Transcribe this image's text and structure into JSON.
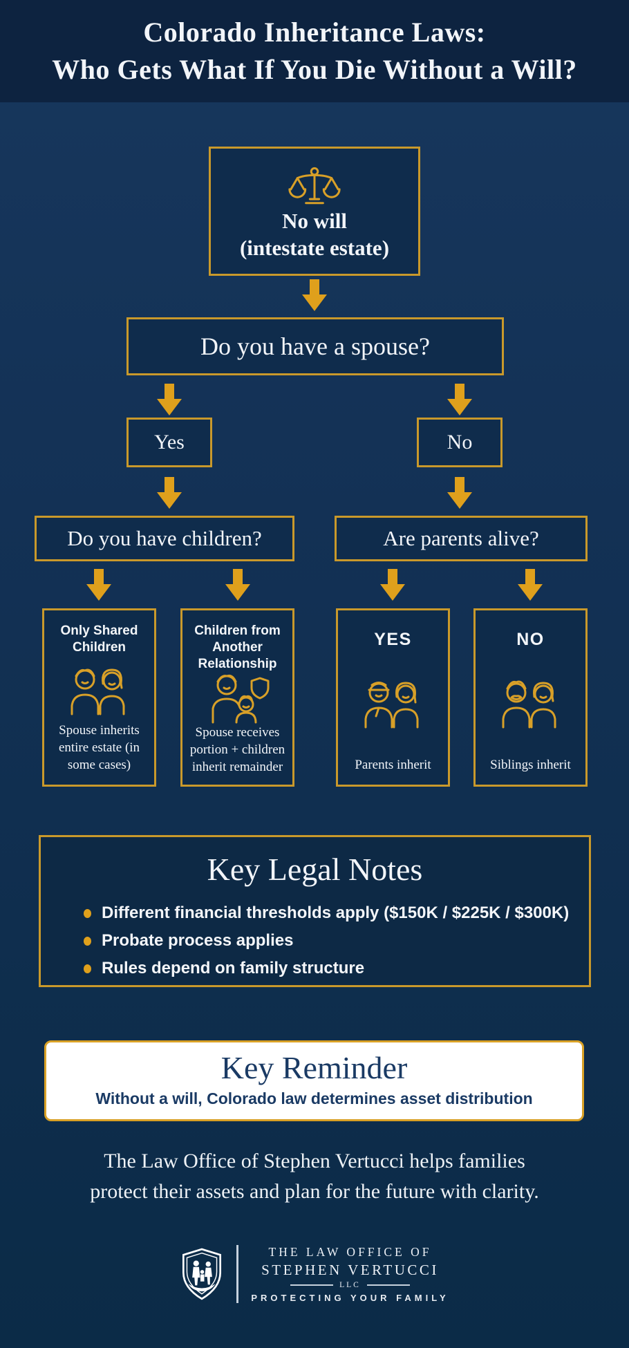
{
  "colors": {
    "header_background": "#0d2340",
    "body_background_top": "#17375d",
    "body_background_bottom": "#0b2b47",
    "box_fill": "#0f2c4c",
    "gold_border": "#c9992b",
    "gold_arrow": "#dfa01c",
    "gold_icon": "#d8a028",
    "text_white": "#f2f5f9",
    "reminder_background": "#ffffff",
    "reminder_text": "#1a3a64"
  },
  "icons": {
    "root": "scales-of-justice-icon",
    "arrow": "down-arrow-icon",
    "card1": "shared-children-couple-icon",
    "card2": "parent-child-shield-icon",
    "card3": "parents-couple-icon",
    "card4": "siblings-couple-icon",
    "logo": "family-shield-icon"
  },
  "header": {
    "title_line1": "Colorado Inheritance Laws:",
    "title_line2": "Who Gets What If You Die Without a Will?"
  },
  "flowchart": {
    "root": {
      "line1": "No will",
      "line2": "(intestate estate)"
    },
    "question_spouse": "Do you have a spouse?",
    "answer_yes": "Yes",
    "answer_no": "No",
    "question_children": "Do you have children?",
    "question_parents": "Are parents alive?",
    "cards": [
      {
        "title": "Only Shared Children",
        "desc": "Spouse inherits entire estate (in some cases)"
      },
      {
        "title": "Children from Another Relationship",
        "desc": "Spouse receives portion + children inherit remainder"
      },
      {
        "title": "YES",
        "desc": "Parents inherit"
      },
      {
        "title": "NO",
        "desc": "Siblings inherit"
      }
    ]
  },
  "legal_notes": {
    "title": "Key Legal Notes",
    "bullets": [
      "Different financial thresholds apply ($150K / $225K / $300K)",
      "Probate process applies",
      "Rules depend on family structure"
    ]
  },
  "reminder": {
    "title": "Key Reminder",
    "text": "Without a will, Colorado law determines asset distribution"
  },
  "tagline": "The Law Office of Stephen Vertucci helps families protect their assets and plan for the future with clarity.",
  "logo": {
    "line1": "THE LAW OFFICE OF",
    "line2": "STEPHEN VERTUCCI",
    "line3": "LLC",
    "line4": "PROTECTING YOUR FAMILY"
  }
}
